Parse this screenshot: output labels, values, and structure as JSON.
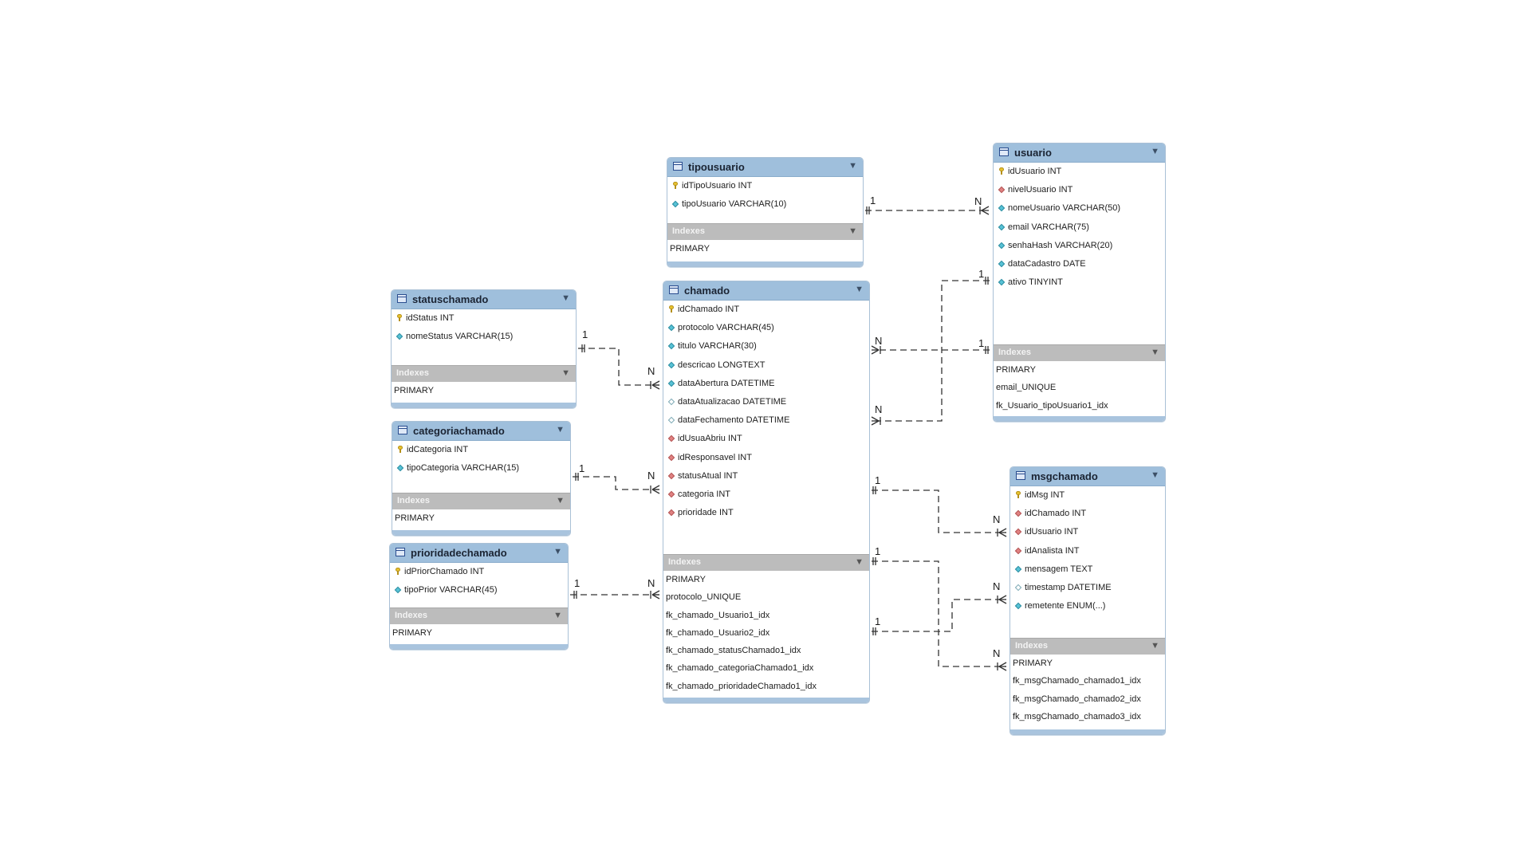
{
  "diagram": {
    "indexes_label": "Indexes",
    "tables": [
      {
        "name": "tipousuario",
        "columns": [
          {
            "text": "idTipoUsuario INT",
            "kind": "pk"
          },
          {
            "text": "tipoUsuario VARCHAR(10)",
            "kind": "nn"
          }
        ],
        "indexes": [
          "PRIMARY"
        ]
      },
      {
        "name": "usuario",
        "columns": [
          {
            "text": "idUsuario INT",
            "kind": "pk"
          },
          {
            "text": "nivelUsuario INT",
            "kind": "fk"
          },
          {
            "text": "nomeUsuario VARCHAR(50)",
            "kind": "nn"
          },
          {
            "text": "email VARCHAR(75)",
            "kind": "nn"
          },
          {
            "text": "senhaHash VARCHAR(20)",
            "kind": "nn"
          },
          {
            "text": "dataCadastro DATE",
            "kind": "nn"
          },
          {
            "text": "ativo TINYINT",
            "kind": "nn"
          }
        ],
        "indexes": [
          "PRIMARY",
          "email_UNIQUE",
          "fk_Usuario_tipoUsuario1_idx"
        ]
      },
      {
        "name": "statuschamado",
        "columns": [
          {
            "text": "idStatus INT",
            "kind": "pk"
          },
          {
            "text": "nomeStatus VARCHAR(15)",
            "kind": "nn"
          }
        ],
        "indexes": [
          "PRIMARY"
        ]
      },
      {
        "name": "chamado",
        "columns": [
          {
            "text": "idChamado INT",
            "kind": "pk"
          },
          {
            "text": "protocolo VARCHAR(45)",
            "kind": "nn"
          },
          {
            "text": "titulo VARCHAR(30)",
            "kind": "nn"
          },
          {
            "text": "descricao LONGTEXT",
            "kind": "nn"
          },
          {
            "text": "dataAbertura DATETIME",
            "kind": "nn"
          },
          {
            "text": "dataAtualizacao DATETIME",
            "kind": "nl"
          },
          {
            "text": "dataFechamento DATETIME",
            "kind": "nl"
          },
          {
            "text": "idUsuaAbriu INT",
            "kind": "fk"
          },
          {
            "text": "idResponsavel INT",
            "kind": "fk"
          },
          {
            "text": "statusAtual INT",
            "kind": "fk"
          },
          {
            "text": "categoria INT",
            "kind": "fk"
          },
          {
            "text": "prioridade INT",
            "kind": "fk"
          }
        ],
        "indexes": [
          "PRIMARY",
          "protocolo_UNIQUE",
          "fk_chamado_Usuario1_idx",
          "fk_chamado_Usuario2_idx",
          "fk_chamado_statusChamado1_idx",
          "fk_chamado_categoriaChamado1_idx",
          "fk_chamado_prioridadeChamado1_idx"
        ]
      },
      {
        "name": "categoriachamado",
        "columns": [
          {
            "text": "idCategoria INT",
            "kind": "pk"
          },
          {
            "text": "tipoCategoria VARCHAR(15)",
            "kind": "nn"
          }
        ],
        "indexes": [
          "PRIMARY"
        ]
      },
      {
        "name": "prioridadechamado",
        "columns": [
          {
            "text": "idPriorChamado INT",
            "kind": "pk"
          },
          {
            "text": "tipoPrior VARCHAR(45)",
            "kind": "nn"
          }
        ],
        "indexes": [
          "PRIMARY"
        ]
      },
      {
        "name": "msgchamado",
        "columns": [
          {
            "text": "idMsg INT",
            "kind": "pk"
          },
          {
            "text": "idChamado INT",
            "kind": "fk"
          },
          {
            "text": "idUsuario INT",
            "kind": "fk"
          },
          {
            "text": "idAnalista INT",
            "kind": "fk"
          },
          {
            "text": "mensagem TEXT",
            "kind": "nn"
          },
          {
            "text": "timestamp DATETIME",
            "kind": "nl"
          },
          {
            "text": "remetente ENUM(...)",
            "kind": "nn"
          }
        ],
        "indexes": [
          "PRIMARY",
          "fk_msgChamado_chamado1_idx",
          "fk_msgChamado_chamado2_idx",
          "fk_msgChamado_chamado3_idx"
        ]
      }
    ],
    "relationships": [
      {
        "from": "tipousuario",
        "to": "usuario",
        "from_card": "1",
        "to_card": "N"
      },
      {
        "from": "usuario",
        "to": "chamado",
        "from_card": "1",
        "to_card": "N"
      },
      {
        "from": "usuario",
        "to": "chamado",
        "from_card": "1",
        "to_card": "N"
      },
      {
        "from": "statuschamado",
        "to": "chamado",
        "from_card": "1",
        "to_card": "N"
      },
      {
        "from": "categoriachamado",
        "to": "chamado",
        "from_card": "1",
        "to_card": "N"
      },
      {
        "from": "prioridadechamado",
        "to": "chamado",
        "from_card": "1",
        "to_card": "N"
      },
      {
        "from": "chamado",
        "to": "msgchamado",
        "from_card": "1",
        "to_card": "N"
      },
      {
        "from": "chamado",
        "to": "msgchamado",
        "from_card": "1",
        "to_card": "N"
      },
      {
        "from": "chamado",
        "to": "msgchamado",
        "from_card": "1",
        "to_card": "N"
      }
    ]
  }
}
